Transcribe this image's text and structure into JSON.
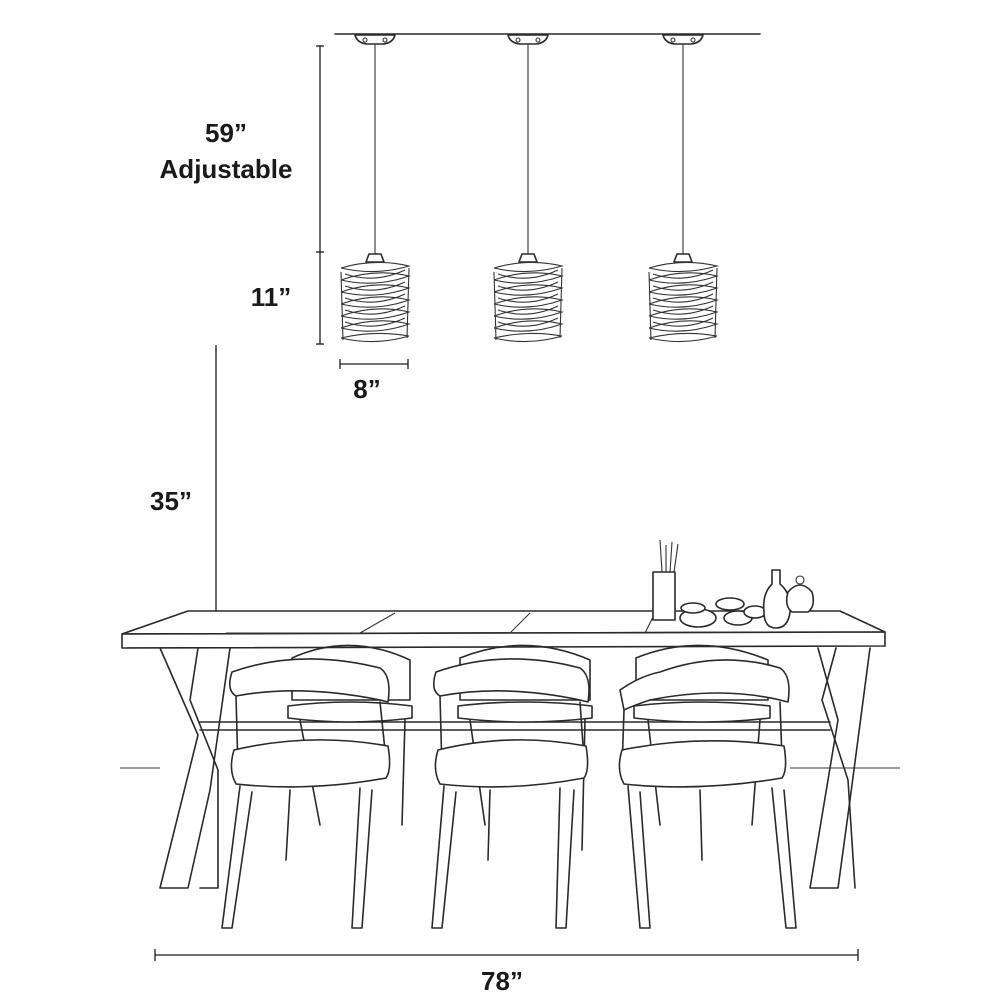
{
  "dimensions": {
    "cord_length": "59”",
    "cord_note": "Adjustable",
    "shade_height": "11”",
    "shade_width": "8”",
    "hang_height": "35”",
    "table_length": "78”"
  },
  "colors": {
    "line": "#2a2a2a",
    "background": "#ffffff"
  }
}
